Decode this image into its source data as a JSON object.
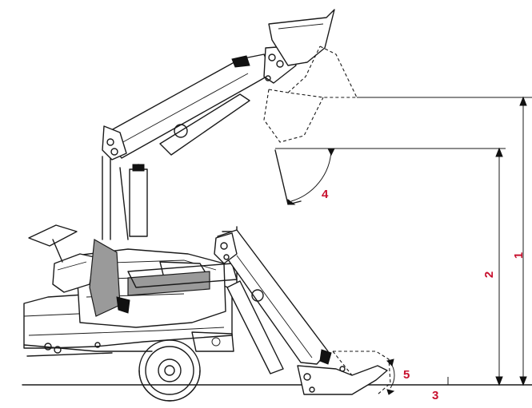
{
  "labels": {
    "l1": "1",
    "l2": "2",
    "l3": "3",
    "l4": "4",
    "l5": "5"
  },
  "colors": {
    "label": "#c8102e",
    "line": "#1a1a1a",
    "shade": "#9a9a9a"
  }
}
